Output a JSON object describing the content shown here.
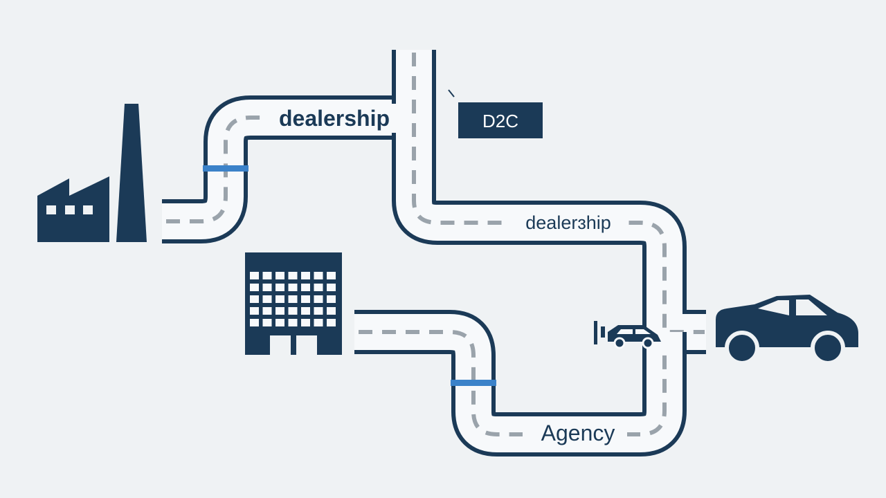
{
  "labels": {
    "dealership_top": "dealership",
    "d2c": "D2C",
    "dealership_right": "dealerɜhip",
    "agency": "Agency"
  },
  "colors": {
    "background": "#eff2f4",
    "navy": "#1b3a57",
    "road_fill": "#f7f9fb",
    "dash": "#9aa3ab",
    "accent_blue": "#3b82c9"
  },
  "icons": [
    "factory-icon",
    "office-building-icon",
    "small-car-icon",
    "car-icon"
  ]
}
